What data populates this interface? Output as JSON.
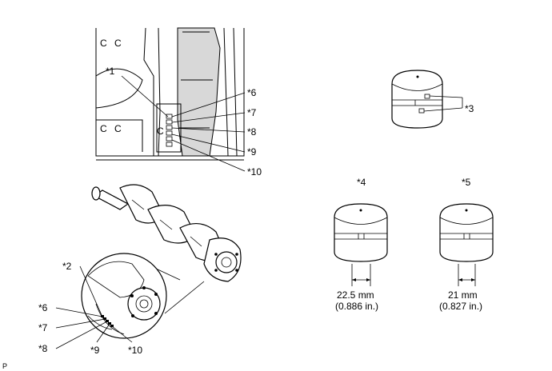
{
  "callouts": {
    "c1": "*1",
    "c2": "*2",
    "c3": "*3",
    "c4": "*4",
    "c5": "*5",
    "c6": "*6",
    "c7": "*7",
    "c8": "*8",
    "c9": "*9",
    "c10": "*10"
  },
  "dimensions": {
    "d4_mm": "22.5 mm",
    "d4_in": "(0.886 in.)",
    "d5_mm": "21 mm",
    "d5_in": "(0.827 in.)"
  },
  "footer": {
    "code": "P"
  },
  "block_marks": [
    "C",
    "C",
    "C",
    "C",
    "C"
  ]
}
